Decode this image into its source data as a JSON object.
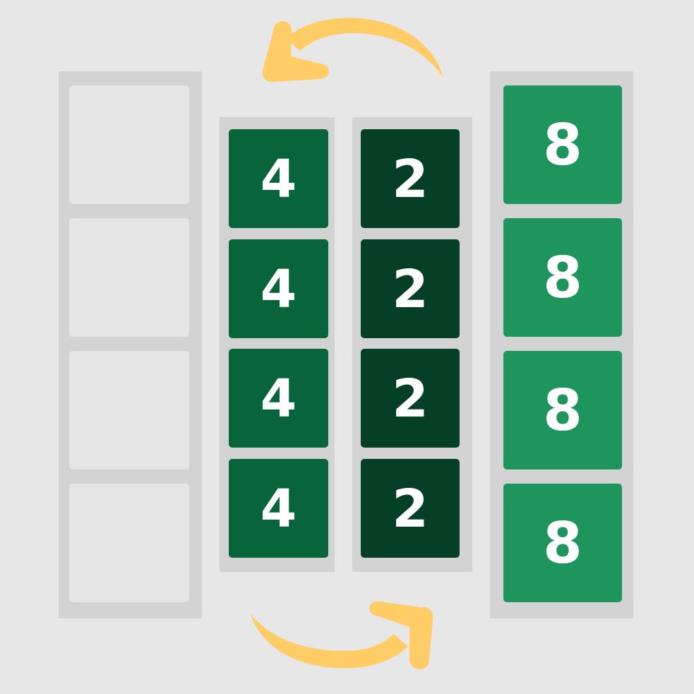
{
  "columns": [
    {
      "id": "empty",
      "tiles": [
        "",
        "",
        "",
        ""
      ],
      "tile_color": "#e5e5e5"
    },
    {
      "id": "fours",
      "tiles": [
        "4",
        "4",
        "4",
        "4"
      ],
      "tile_color": "#07643b"
    },
    {
      "id": "twos",
      "tiles": [
        "2",
        "2",
        "2",
        "2"
      ],
      "tile_color": "#043f26"
    },
    {
      "id": "eights",
      "tiles": [
        "8",
        "8",
        "8",
        "8"
      ],
      "tile_color": "#1d955d"
    }
  ],
  "colors": {
    "background": "#e7e7e7",
    "column_track": "#d3d3d3",
    "arrow": "#ffcc66",
    "tile_text": "#ffffff"
  },
  "icons": {
    "top_arrow": "curved-arrow-left-icon",
    "bottom_arrow": "curved-arrow-right-icon"
  }
}
